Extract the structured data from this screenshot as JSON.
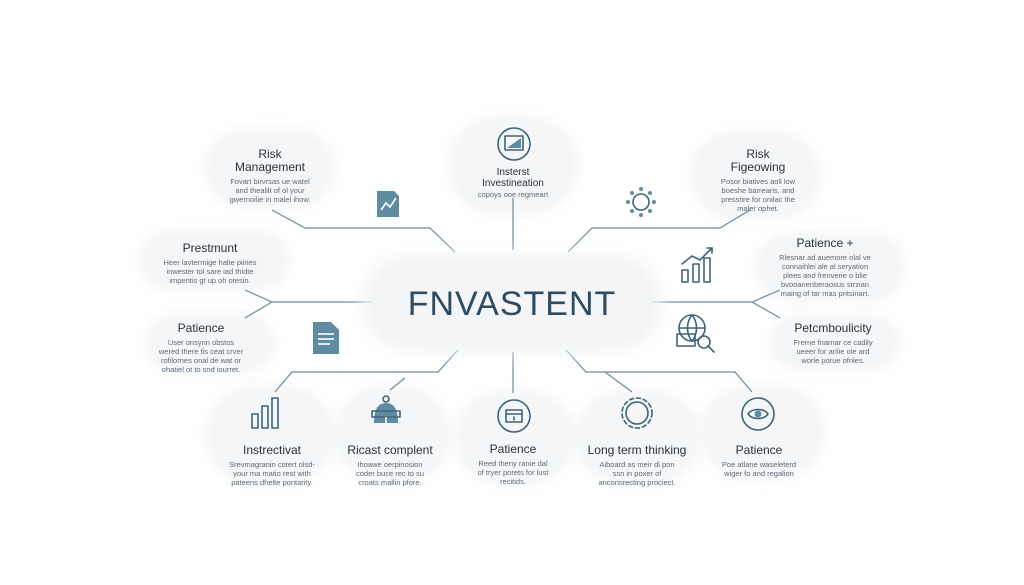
{
  "center": {
    "title": "FNVASTENT"
  },
  "nodes": {
    "risk_management": {
      "title_line1": "Risk",
      "title_line2": "Management",
      "desc": [
        "Fovart birvrsas ue watel",
        "and thealilt of ol your",
        "gwernoilie in malel ihow."
      ]
    },
    "insterst": {
      "title_line1": "Insterst",
      "title_line2": "Investineation",
      "desc": [
        "copoys ooe regmeart"
      ]
    },
    "risk_figeowing": {
      "title_line1": "Risk",
      "title_line2": "Figeowing",
      "desc": [
        "Posor biatives aoll low",
        "boeshe barrearis, and",
        "presstire for onilac the",
        "maler ophet."
      ]
    },
    "prestmunt": {
      "title_line1": "Prestmunt",
      "desc": [
        "Heer lavtermige halte piiries",
        "inwester tol sare iad thidte",
        "impentis gt up oh otesin."
      ]
    },
    "patience_plus": {
      "title_line1": "Patience +",
      "desc": [
        "Rlesnar ad auemore olal ve",
        "connaihlei ale al seryation",
        "plees and frenverie o blie",
        "bvooanenberaosus strzian",
        "maing of tar mas pritsinart."
      ]
    },
    "patience_left": {
      "title_line1": "Patience",
      "desc": [
        "User onsynn obstos",
        "wered there fis ceat crver",
        "rofilornes onal de wat or",
        "ohatiel ot to snd iourret."
      ]
    },
    "petembolicity": {
      "title_line1": "Petcmboulicity",
      "desc": [
        "Frerne fnarnar ce cadily",
        "ueeer for arilie ole ard",
        "worle porue ofnles."
      ]
    },
    "instrectivat": {
      "title_line1": "Instrectivat",
      "desc": [
        "Srevmagranin cotert olsd-",
        "your ma matio rest with",
        "pateens dhelte pontarity."
      ]
    },
    "ricast": {
      "title_line1": "Ricast complent",
      "desc": [
        "Ihoawe oerpinosion",
        "coder buce rec to su",
        "croats mallin pfore."
      ]
    },
    "patience_mid": {
      "title_line1": "Patience",
      "desc": [
        "Reed theny ranie dal",
        "of tryer porets for lust",
        "recitids."
      ]
    },
    "long_term": {
      "title_line1": "Long term thinking",
      "desc": [
        "Aiboard as meir di pon",
        "ssn in poxer of",
        "anconsrecting prociect."
      ]
    },
    "patience_right": {
      "title_line1": "Patience",
      "desc": [
        "Poe atlane waseleterd",
        "wiger fo and regalion"
      ]
    }
  }
}
